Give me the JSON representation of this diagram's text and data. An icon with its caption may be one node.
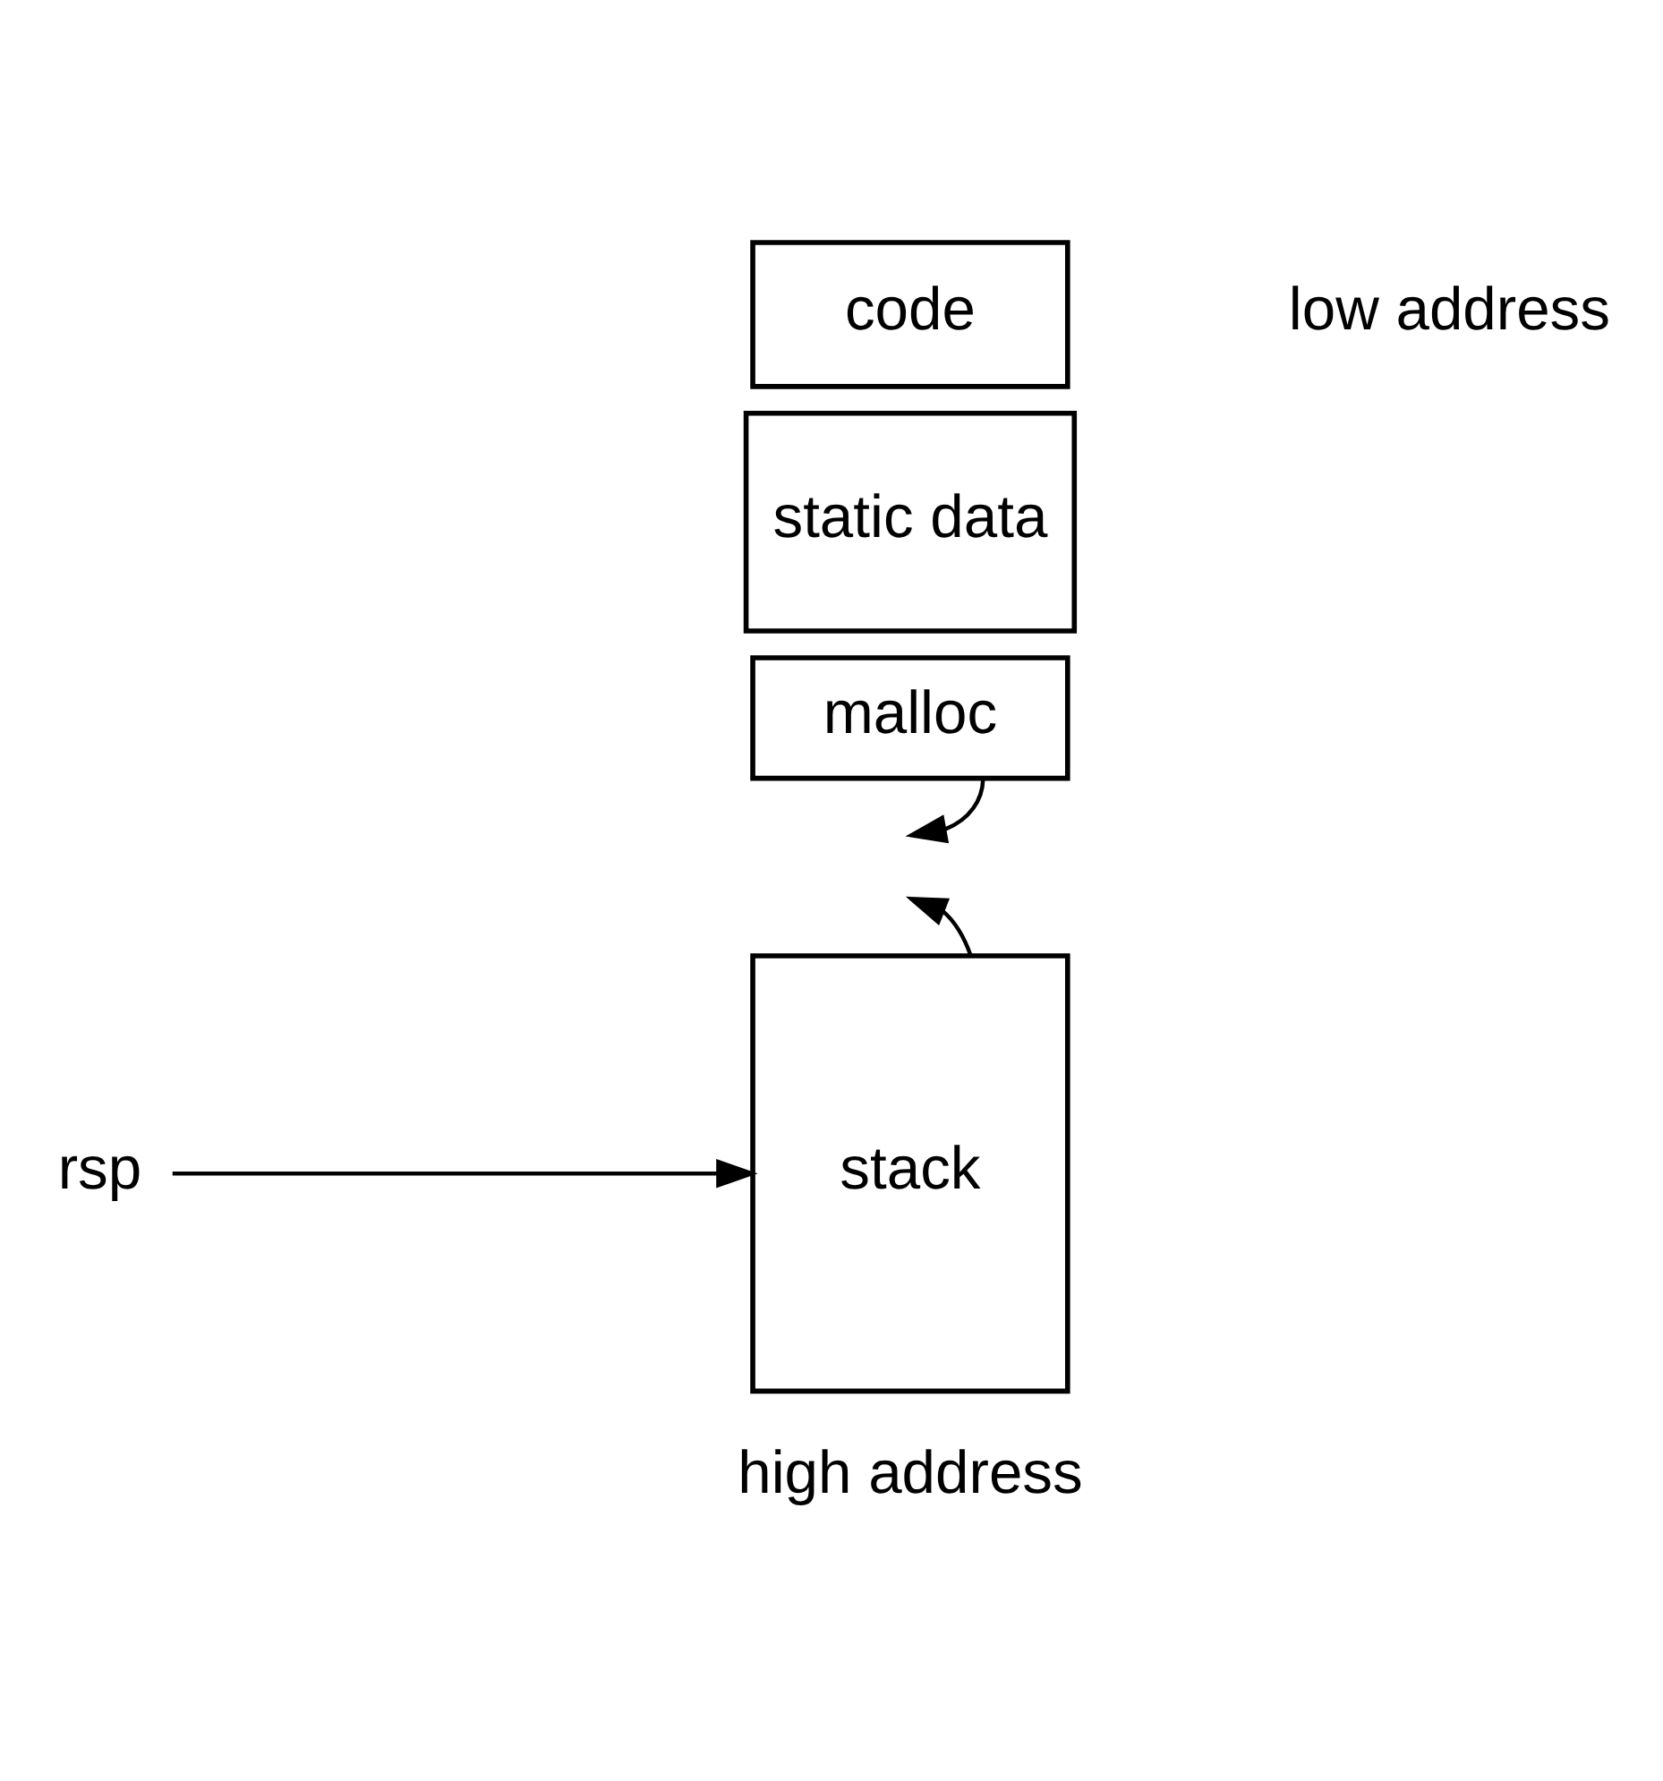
{
  "diagram": {
    "nodes": [
      {
        "text": [
          "code"
        ]
      },
      {
        "text": [
          "static data"
        ]
      },
      {
        "text": [
          "malloc"
        ]
      },
      {
        "text": [
          "stack"
        ]
      },
      {
        "text": [
          "rsp"
        ]
      }
    ],
    "edges": [
      {
        "from": 2,
        "to": null,
        "arrow": "to"
      },
      {
        "from": 3,
        "to": null,
        "arrow": "to"
      },
      {
        "from": 4,
        "to": 3,
        "arrow": "to"
      }
    ],
    "labels": [
      "low address",
      "high address"
    ]
  }
}
